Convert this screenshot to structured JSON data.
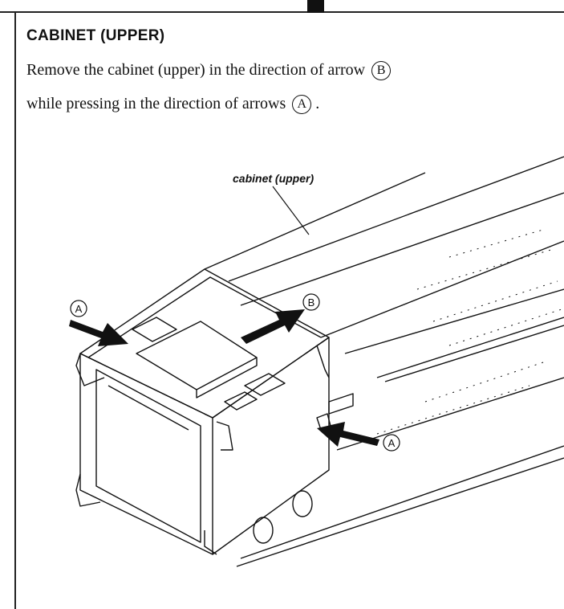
{
  "section": {
    "heading": "CABINET (UPPER)",
    "line1_text": "Remove the cabinet (upper) in the direction of arrow",
    "line1_marker": "B",
    "line2_text": "while pressing in the direction of arrows",
    "line2_marker": "A",
    "line2_end": "."
  },
  "illustration": {
    "part_label": "cabinet (upper)",
    "arrow_a_marker": "A",
    "arrow_b_marker": "B"
  }
}
